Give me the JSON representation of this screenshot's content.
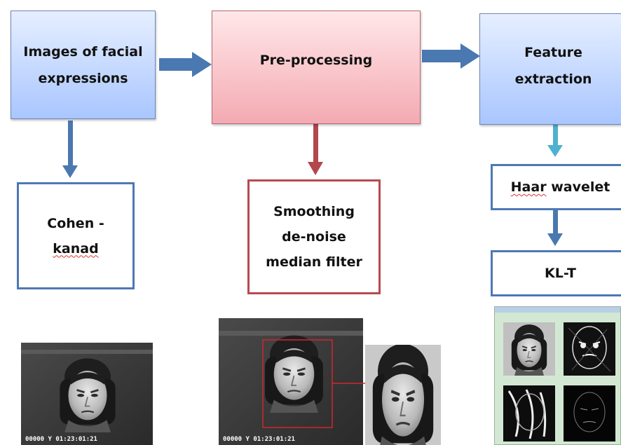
{
  "flow": {
    "input_box": {
      "line1": "Images of facial",
      "line2": "expressions"
    },
    "preprocess_box": {
      "label": "Pre-processing"
    },
    "feature_box": {
      "line1": "Feature",
      "line2": "extraction"
    }
  },
  "details": {
    "dataset_box": {
      "line1": "Cohen -",
      "line2": "kanad"
    },
    "smoothing_box": {
      "line1": "Smoothing",
      "line2": "de-noise",
      "line3": "median filter"
    },
    "haar_box": {
      "word1": "Haar",
      "word2": "wavelet"
    },
    "klt_box": {
      "label": "KL-T"
    }
  },
  "photos": {
    "timestamp": "00000 Y 01:23:01:21"
  },
  "colors": {
    "blue_arrow": "#4a78b0",
    "red_arrow": "#b2474d",
    "cyan_arrow": "#4fb1d0",
    "panel_bg": "#d3e8d3"
  },
  "icons": {
    "face": "grayscale-face-photo",
    "wavelet": "wavelet-subband-panel"
  }
}
